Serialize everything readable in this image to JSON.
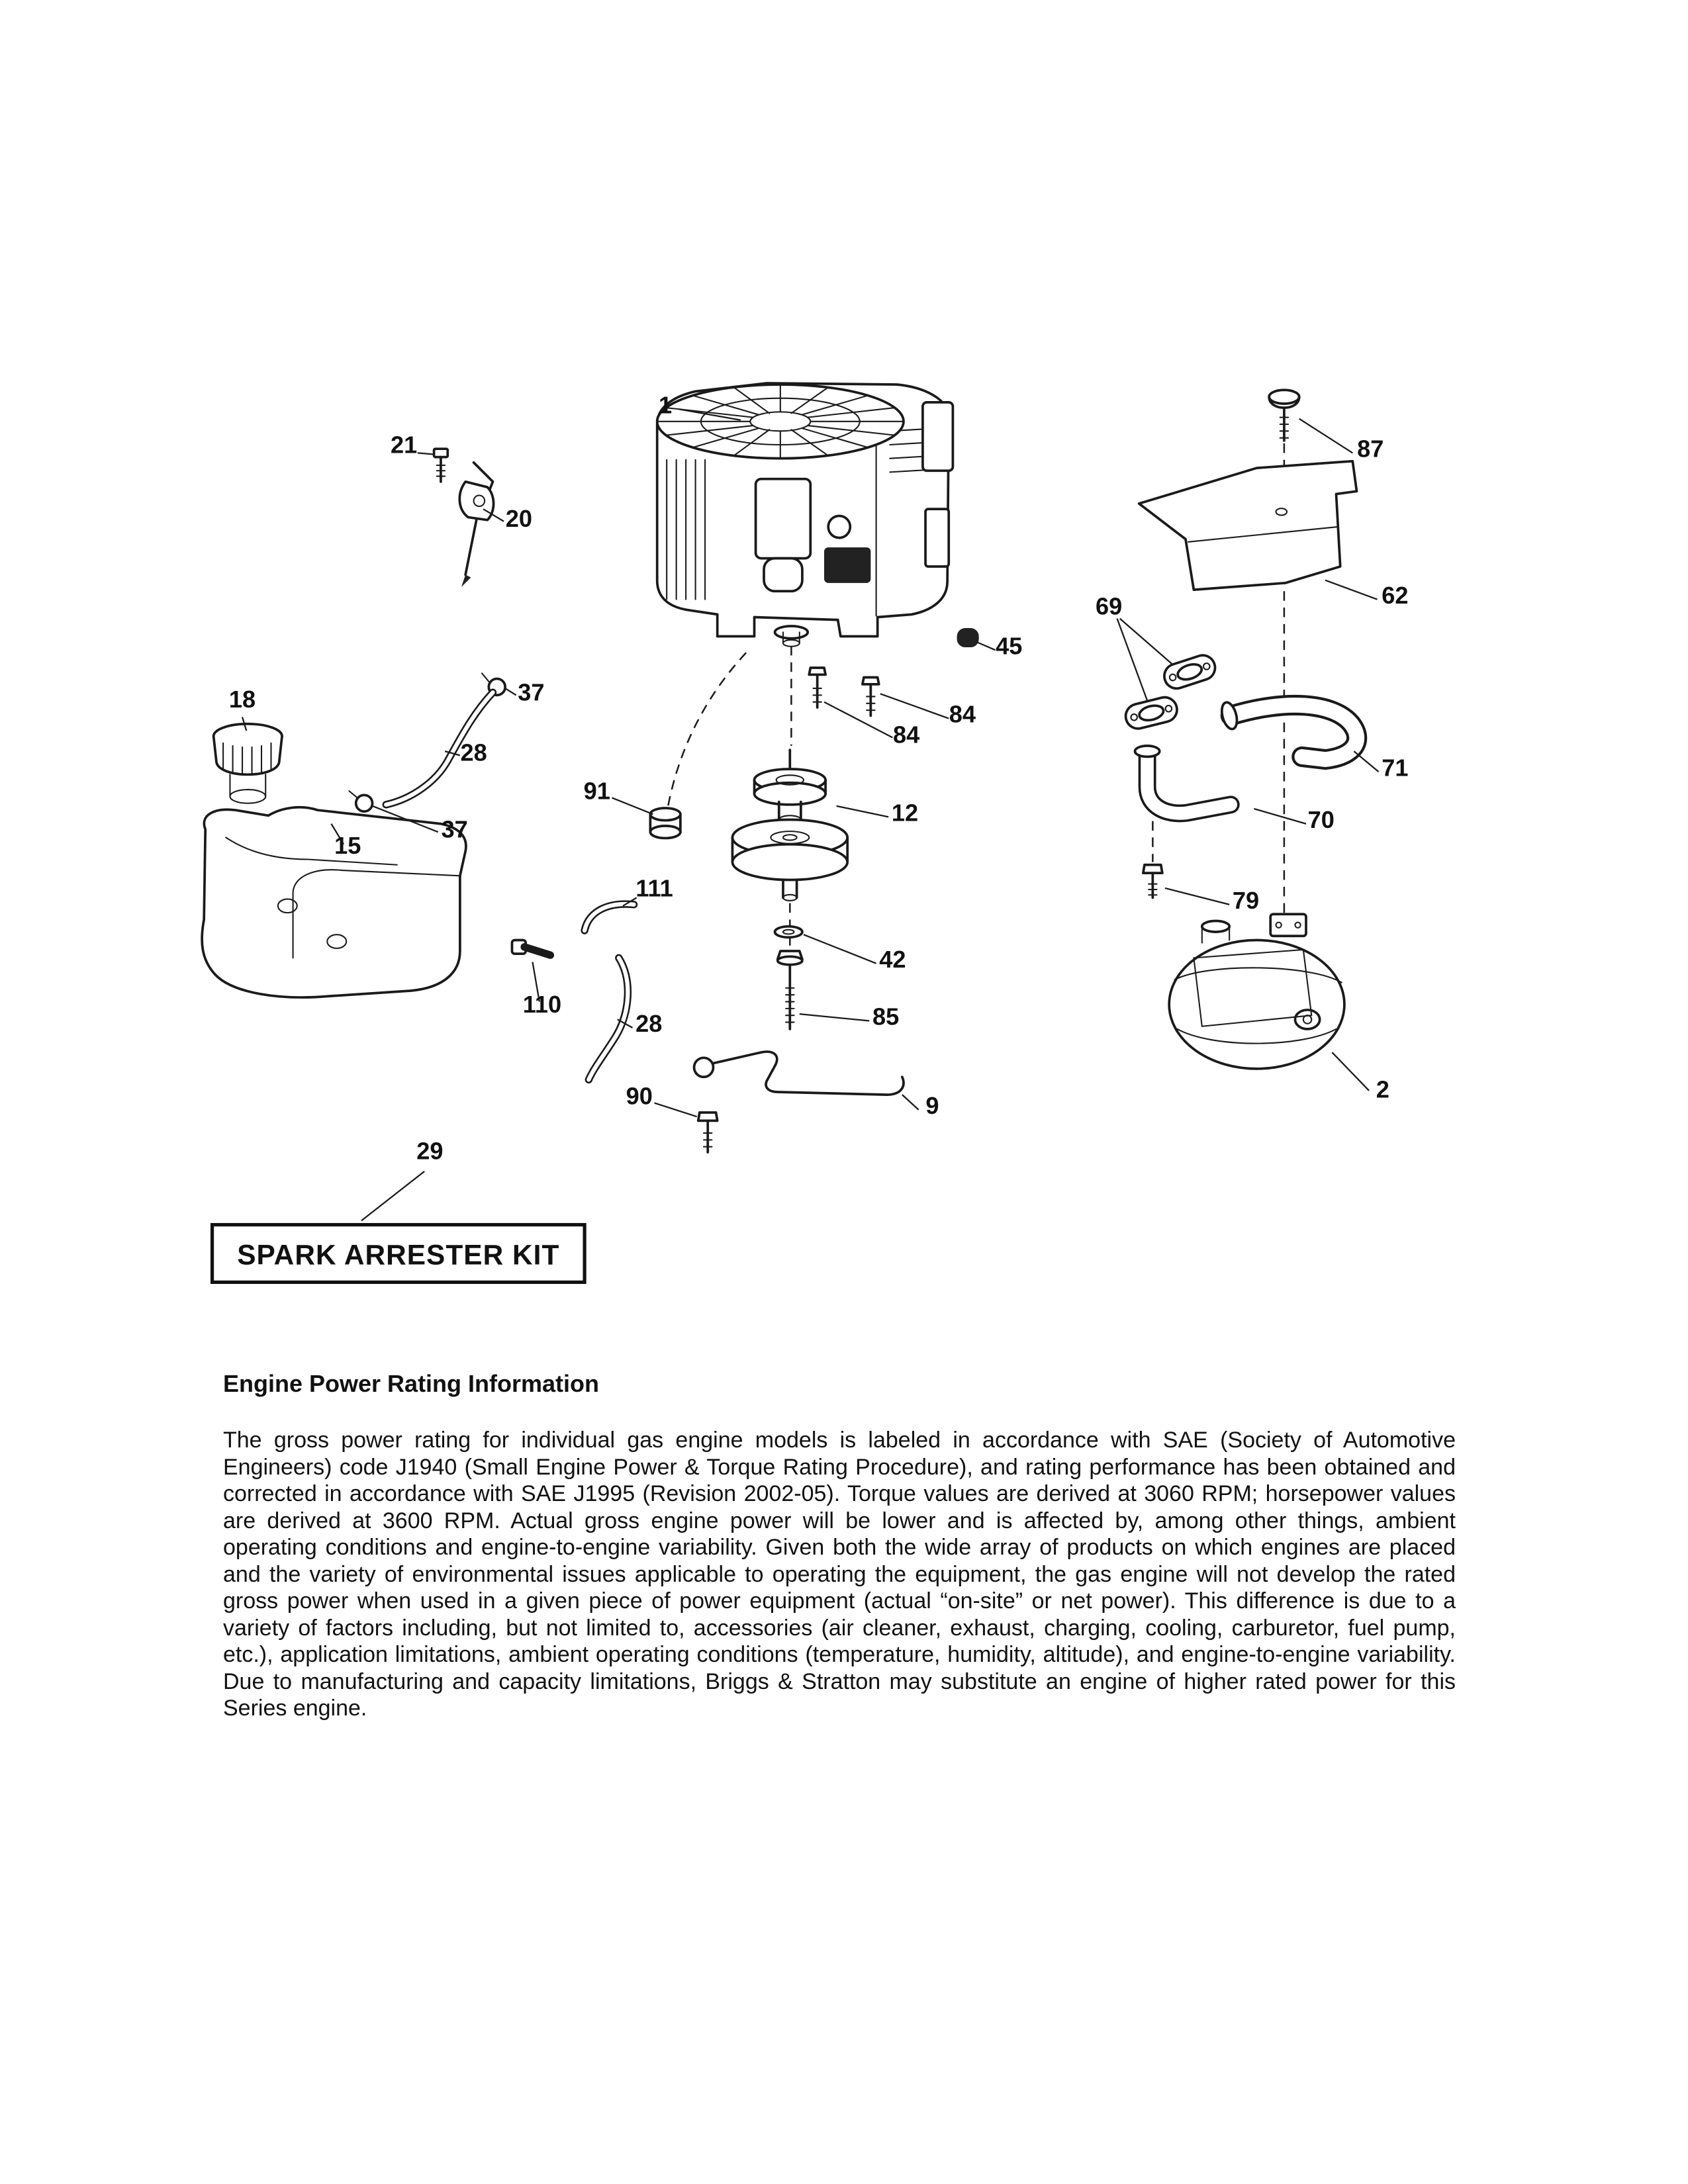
{
  "document": {
    "kit_label": "SPARK ARRESTER KIT",
    "section": {
      "heading": "Engine Power Rating Information",
      "body": "The gross power rating for individual gas engine models is labeled in accordance with SAE (Society of Automotive Engineers) code J1940 (Small Engine Power & Torque Rating Procedure), and rating performance has been obtained and corrected in accordance with SAE J1995 (Revision 2002-05). Torque values are derived at 3060 RPM; horsepower values are derived at 3600 RPM. Actual gross engine power will be lower and is affected by, among other things, ambient operating conditions and engine-to-engine variability. Given both the wide array of products on which engines are placed and the variety of environmental issues applicable to operating the equipment, the gas engine will not develop the rated gross power when used in a given piece of power equipment (actual “on-site” or net power). This difference is due to a variety of factors including, but not limited to, accessories (air cleaner, exhaust, charging, cooling, carburetor, fuel pump, etc.), application limitations, ambient operating conditions (temperature, humidity, altitude), and engine-to-engine variability. Due to manufacturing and capacity limitations, Briggs & Stratton may substitute an engine of higher rated power for this Series engine."
    },
    "diagram": {
      "callouts": [
        "1",
        "21",
        "20",
        "87",
        "62",
        "69",
        "45",
        "84",
        "84",
        "18",
        "37",
        "28",
        "37",
        "15",
        "91",
        "12",
        "71",
        "70",
        "79",
        "111",
        "42",
        "110",
        "28",
        "85",
        "2",
        "90",
        "9",
        "29"
      ]
    }
  }
}
